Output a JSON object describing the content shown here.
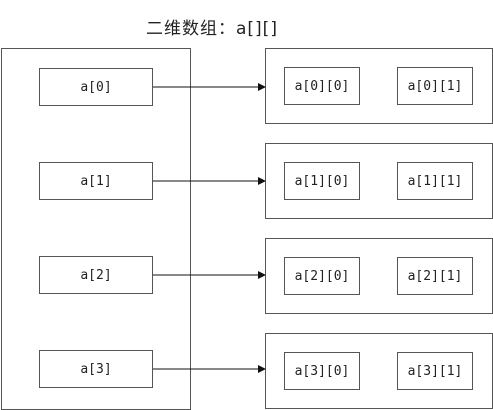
{
  "title": "二维数组：a[][]",
  "pointers": [
    "a[0]",
    "a[1]",
    "a[2]",
    "a[3]"
  ],
  "rows": [
    [
      "a[0][0]",
      "a[0][1]"
    ],
    [
      "a[1][0]",
      "a[1][1]"
    ],
    [
      "a[2][0]",
      "a[2][1]"
    ],
    [
      "a[3][0]",
      "a[3][1]"
    ]
  ]
}
